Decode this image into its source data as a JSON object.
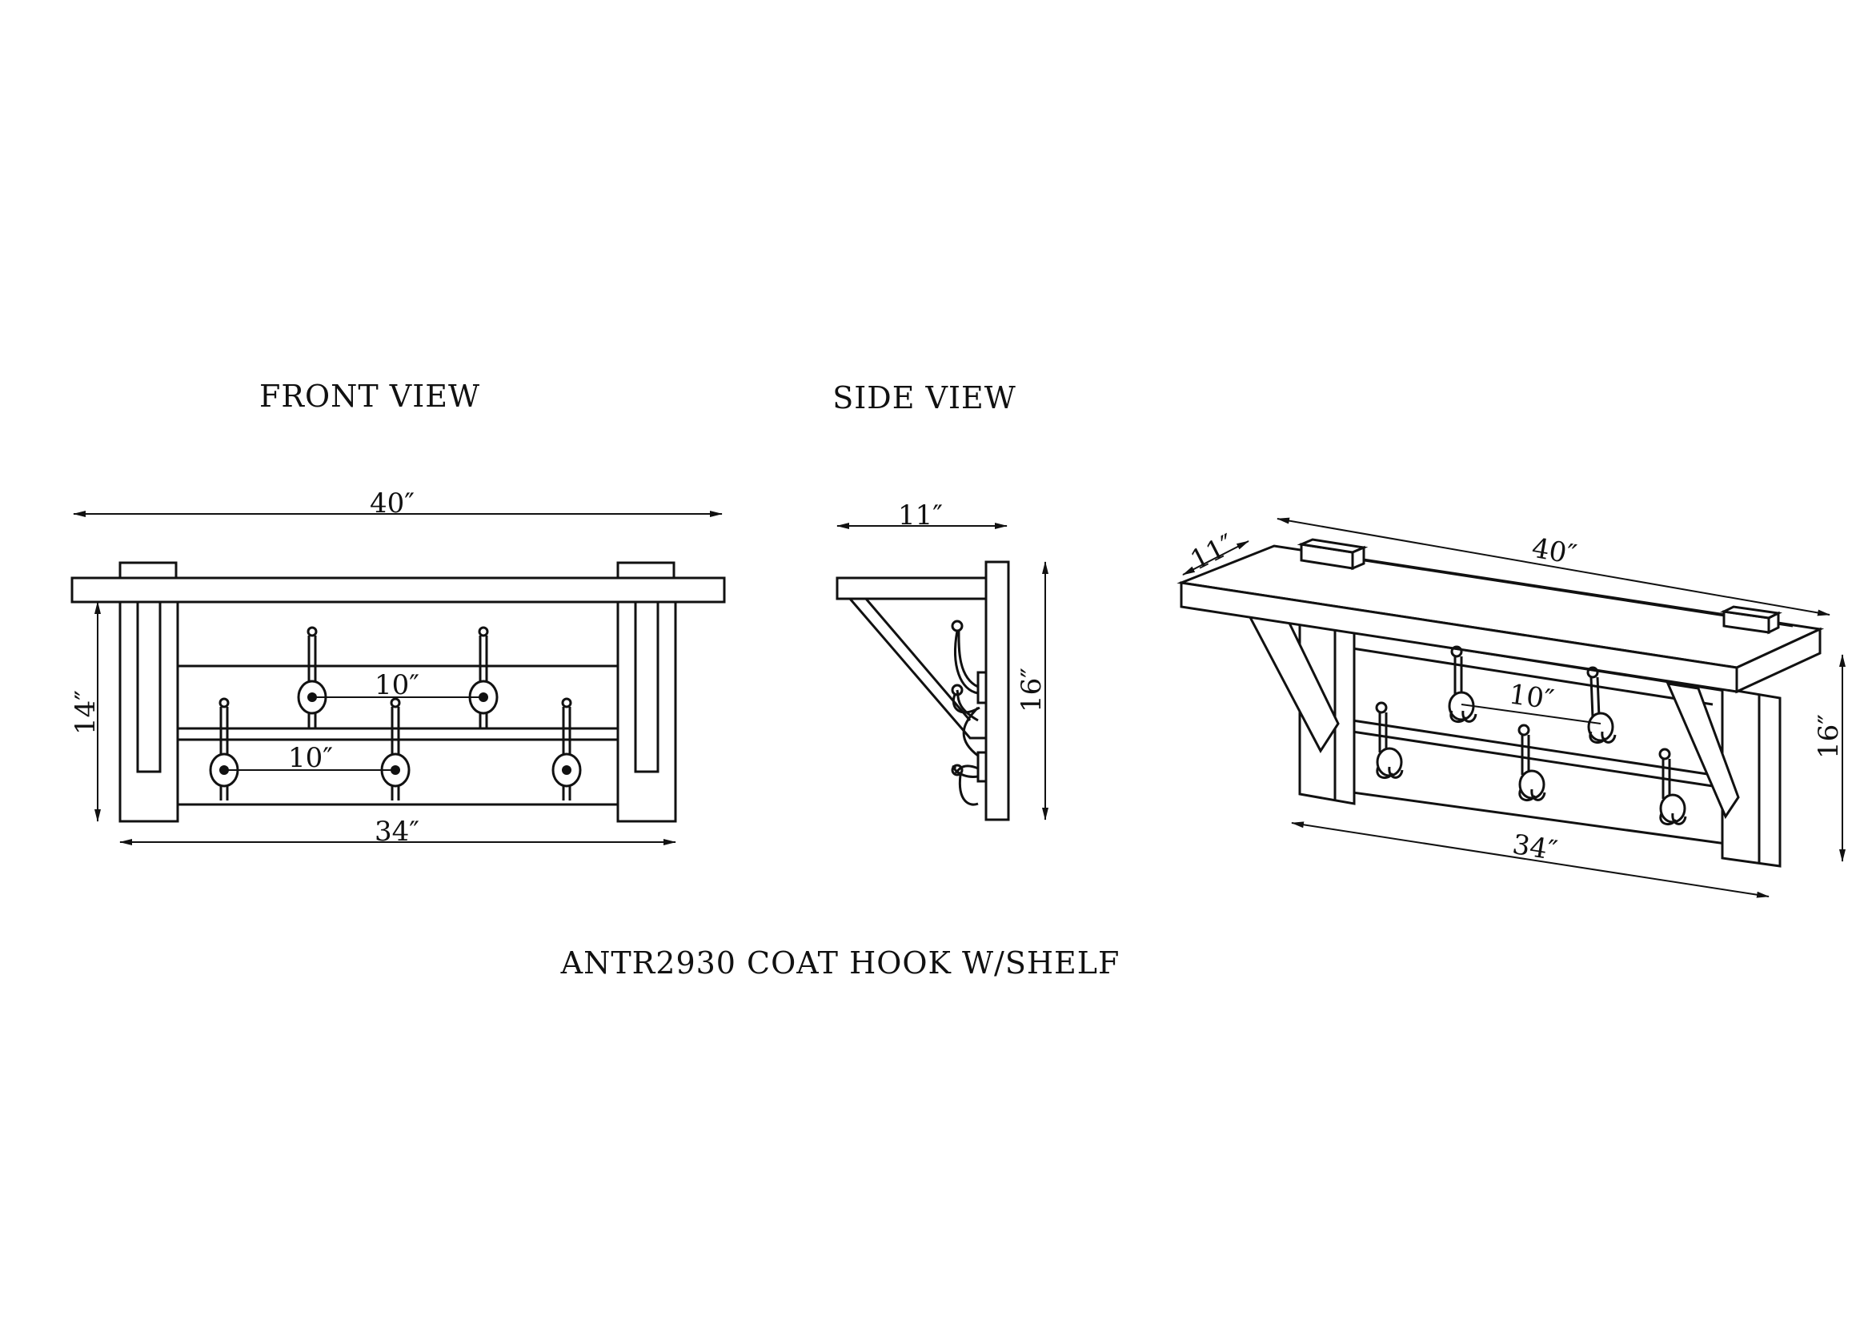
{
  "front_view": {
    "title": "FRONT VIEW",
    "dim_overall_width": "40″",
    "dim_height": "14″",
    "dim_hook_spacing_top": "10″",
    "dim_hook_spacing_bottom": "10″",
    "dim_base_width": "34″"
  },
  "side_view": {
    "title": "SIDE VIEW",
    "dim_depth": "11″",
    "dim_height": "16″"
  },
  "iso_view": {
    "dim_depth": "11″",
    "dim_width": "40″",
    "dim_hook_spacing": "10″",
    "dim_base_width": "34″",
    "dim_height": "16″"
  },
  "caption": "ANTR2930 COAT HOOK W/SHELF"
}
